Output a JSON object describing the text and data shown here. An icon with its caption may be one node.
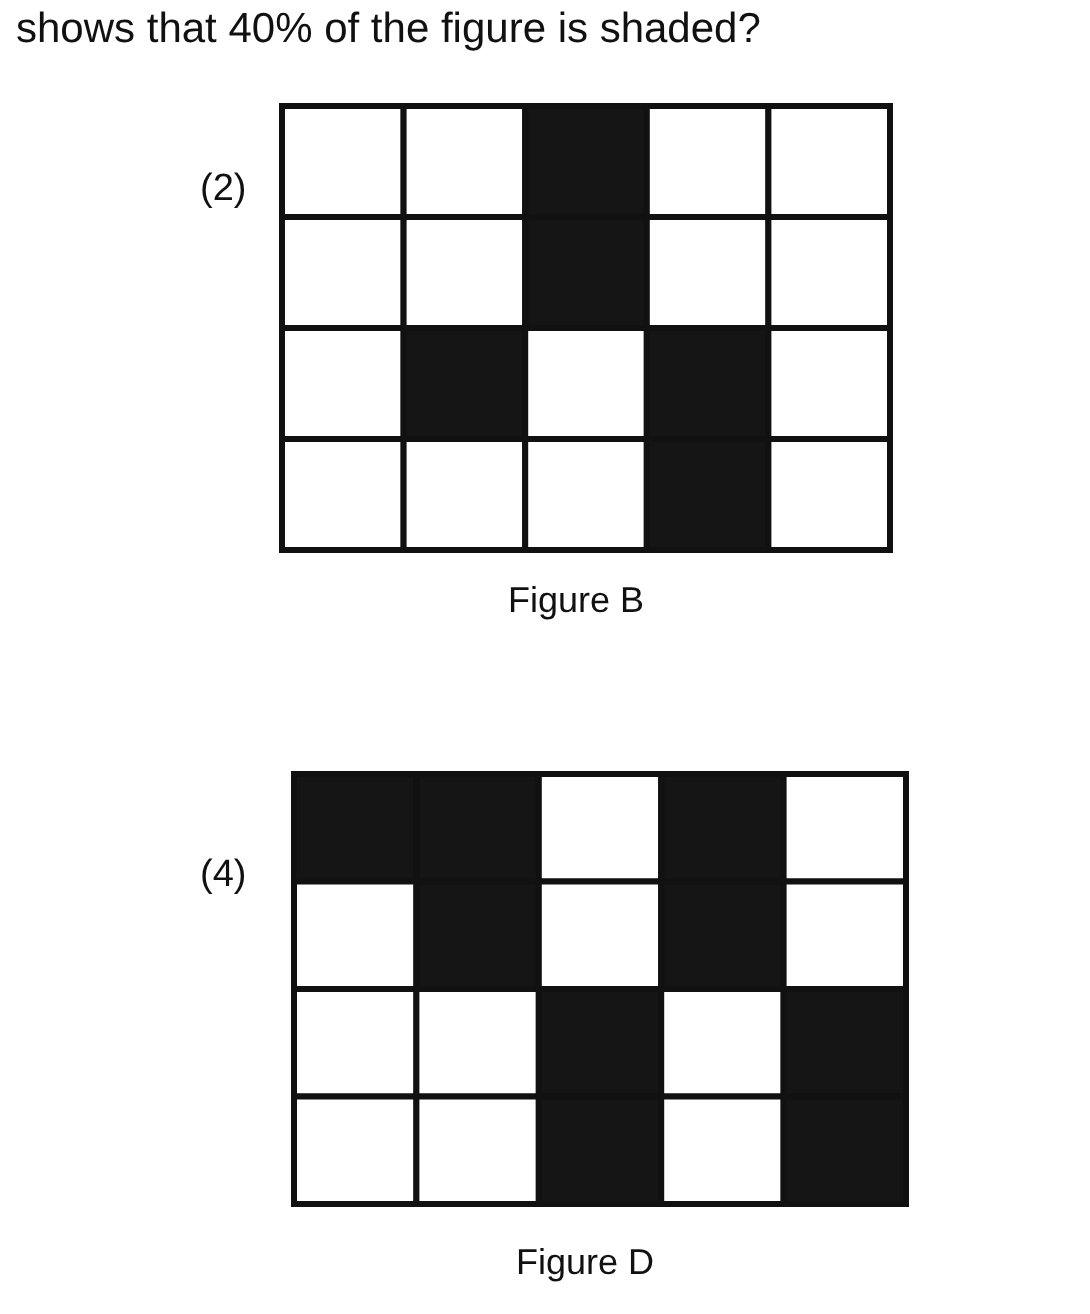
{
  "diagram": {
    "labels": [
      "shows that 40% of the figure is shaded?",
      "(2)",
      "Figure B",
      "(4)",
      "Figure D"
    ]
  }
}
